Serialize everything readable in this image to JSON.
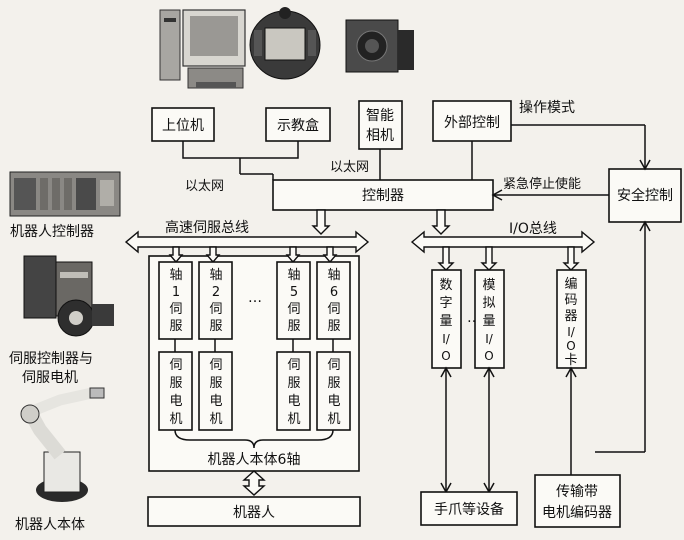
{
  "boxes": {
    "host_pc": "上位机",
    "teach_pendant": "示教盒",
    "smart_camera": [
      "智能",
      "相机"
    ],
    "external_control": "外部控制",
    "controller": "控制器",
    "safety_control": "安全控制",
    "robot": "机器人",
    "handheld_devices": "手爪等设备",
    "conveyor_encoder": [
      "传输带",
      "电机编码器"
    ],
    "robot_body_6axis": "机器人本体6轴"
  },
  "labels": {
    "ethernet_left": "以太网",
    "ethernet_right": "以太网",
    "operation_mode": "操作模式",
    "emergency_stop": "紧急停止使能",
    "servo_bus": "高速伺服总线",
    "io_bus": "I/O总线",
    "ellipsis_servo": "…",
    "ellipsis_io": "…"
  },
  "servo_columns": [
    {
      "label": [
        "轴",
        "1",
        "伺",
        "服"
      ]
    },
    {
      "label": [
        "轴",
        "2",
        "伺",
        "服"
      ]
    },
    {
      "label": [
        "轴",
        "5",
        "伺",
        "服"
      ]
    },
    {
      "label": [
        "轴",
        "6",
        "伺",
        "服"
      ]
    }
  ],
  "motor_label": [
    "伺",
    "服",
    "电",
    "机"
  ],
  "io_modules": {
    "digital": [
      "数",
      "字",
      "量",
      "I/",
      "O"
    ],
    "analog": [
      "模",
      "拟",
      "量",
      "I/",
      "O"
    ],
    "encoder": [
      "编",
      "码",
      "器",
      "I/",
      "O",
      "卡"
    ]
  },
  "side_labels": {
    "robot_controller": "机器人控制器",
    "servo_controller": [
      "伺服控制器与",
      "伺服电机"
    ],
    "robot_body": "机器人本体"
  }
}
